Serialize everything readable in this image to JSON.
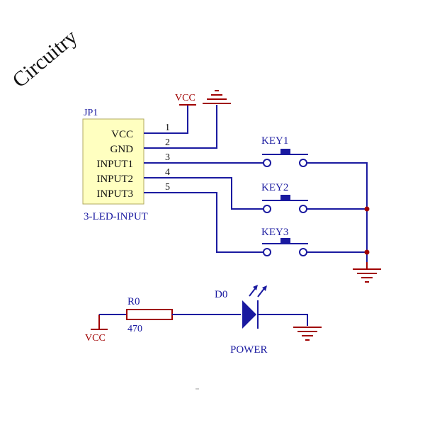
{
  "watermark": "Circuitry",
  "connector": {
    "designator": "JP1",
    "name": "3-LED-INPUT",
    "pins": [
      {
        "label": "VCC",
        "number": "1"
      },
      {
        "label": "GND",
        "number": "2"
      },
      {
        "label": "INPUT1",
        "number": "3"
      },
      {
        "label": "INPUT2",
        "number": "4"
      },
      {
        "label": "INPUT3",
        "number": "5"
      }
    ]
  },
  "power_labels": {
    "vcc_top": "VCC",
    "vcc_bottom": "VCC"
  },
  "keys": [
    {
      "label": "KEY1"
    },
    {
      "label": "KEY2"
    },
    {
      "label": "KEY3"
    }
  ],
  "resistor": {
    "designator": "R0",
    "value": "470"
  },
  "led": {
    "designator": "D0",
    "name": "POWER"
  },
  "colors": {
    "wire": "#1a1aa0",
    "power": "#a00000",
    "connector_fill": "#ffffc0"
  }
}
